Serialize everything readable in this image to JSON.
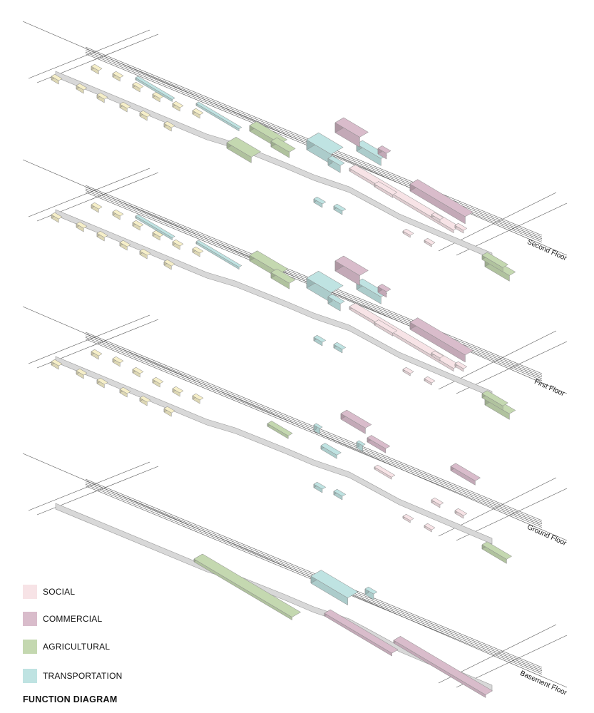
{
  "title": "FUNCTION DIAGRAM",
  "floors": [
    {
      "id": "second",
      "label": "Second Floor"
    },
    {
      "id": "first",
      "label": "First Floor"
    },
    {
      "id": "ground",
      "label": "Ground Floor"
    },
    {
      "id": "basement",
      "label": "Basement Floor"
    }
  ],
  "legend": [
    {
      "id": "social",
      "label": "SOCIAL",
      "color": "#f7e3e6"
    },
    {
      "id": "commercial",
      "label": "COMMERCIAL",
      "color": "#d9bccb"
    },
    {
      "id": "agricultural",
      "label": "AGRICULTURAL",
      "color": "#c4d8b0"
    },
    {
      "id": "transportation",
      "label": "TRANSPORTATION",
      "color": "#bfe3e2"
    }
  ],
  "colors": {
    "social": "#f7e3e6",
    "commercial": "#d9bccb",
    "agricultural": "#c4d8b0",
    "transportation": "#bfe3e2",
    "housing": "#f6efc8",
    "path": "#d8d8d8",
    "line": "#555555"
  }
}
